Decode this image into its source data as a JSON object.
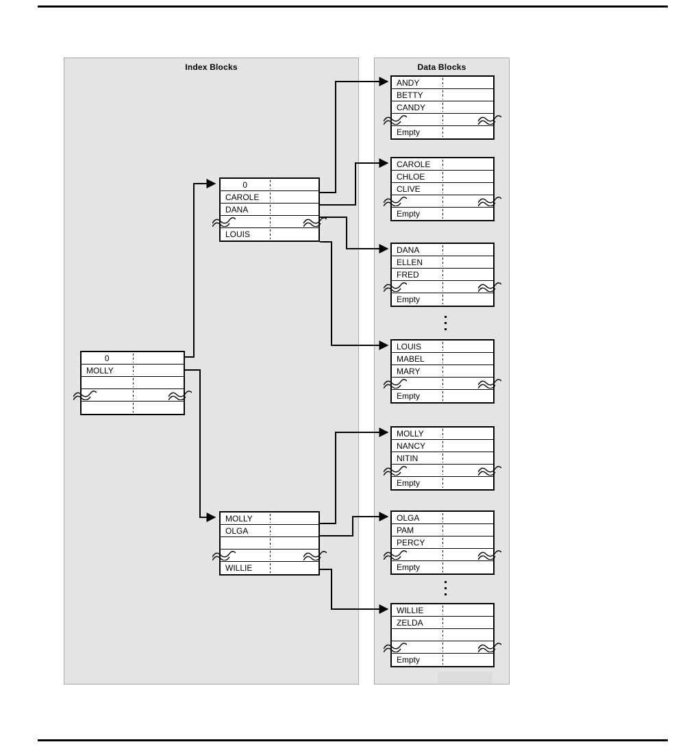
{
  "document": {
    "title": "Index Blocks and Data Blocks diagram",
    "background_color": "#ffffff",
    "panel_color": "#e4e4e4",
    "line_color": "#000000"
  },
  "panels": {
    "index": {
      "title": "Index Blocks"
    },
    "data": {
      "title": "Data Blocks"
    }
  },
  "index_blocks": [
    {
      "id": "root",
      "rows": [
        {
          "label": "0",
          "align": "center",
          "type": "entry"
        },
        {
          "label": "MOLLY",
          "align": "left",
          "type": "entry"
        },
        {
          "label": "",
          "align": "left",
          "type": "entry"
        },
        {
          "label": "",
          "align": "left",
          "type": "tear"
        },
        {
          "label": "",
          "align": "left",
          "type": "entry"
        }
      ]
    },
    {
      "id": "branch-upper",
      "rows": [
        {
          "label": "0",
          "align": "center",
          "type": "entry"
        },
        {
          "label": "CAROLE",
          "align": "left",
          "type": "entry"
        },
        {
          "label": "DANA",
          "align": "left",
          "type": "entry"
        },
        {
          "label": "",
          "align": "left",
          "type": "tear"
        },
        {
          "label": "LOUIS",
          "align": "left",
          "type": "entry"
        }
      ]
    },
    {
      "id": "branch-lower",
      "rows": [
        {
          "label": "MOLLY",
          "align": "left",
          "type": "entry"
        },
        {
          "label": "OLGA",
          "align": "left",
          "type": "entry"
        },
        {
          "label": "",
          "align": "left",
          "type": "entry"
        },
        {
          "label": "",
          "align": "left",
          "type": "tear"
        },
        {
          "label": "WILLIE",
          "align": "left",
          "type": "entry"
        }
      ]
    }
  ],
  "data_blocks": [
    {
      "id": "block-andy",
      "rows": [
        {
          "label": "ANDY",
          "type": "entry"
        },
        {
          "label": "BETTY",
          "type": "entry"
        },
        {
          "label": "CANDY",
          "type": "entry"
        },
        {
          "label": "",
          "type": "tear"
        },
        {
          "label": "Empty",
          "type": "entry"
        }
      ]
    },
    {
      "id": "block-carole",
      "rows": [
        {
          "label": "CAROLE",
          "type": "entry"
        },
        {
          "label": "CHLOE",
          "type": "entry"
        },
        {
          "label": "CLIVE",
          "type": "entry"
        },
        {
          "label": "",
          "type": "tear"
        },
        {
          "label": "Empty",
          "type": "entry"
        }
      ]
    },
    {
      "id": "block-dana",
      "rows": [
        {
          "label": "DANA",
          "type": "entry"
        },
        {
          "label": "ELLEN",
          "type": "entry"
        },
        {
          "label": "FRED",
          "type": "entry"
        },
        {
          "label": "",
          "type": "tear"
        },
        {
          "label": "Empty",
          "type": "entry"
        }
      ]
    },
    {
      "id": "block-louis",
      "rows": [
        {
          "label": "LOUIS",
          "type": "entry"
        },
        {
          "label": "MABEL",
          "type": "entry"
        },
        {
          "label": "MARY",
          "type": "entry"
        },
        {
          "label": "",
          "type": "tear"
        },
        {
          "label": "Empty",
          "type": "entry"
        }
      ]
    },
    {
      "id": "block-molly",
      "rows": [
        {
          "label": "MOLLY",
          "type": "entry"
        },
        {
          "label": "NANCY",
          "type": "entry"
        },
        {
          "label": "NITIN",
          "type": "entry"
        },
        {
          "label": "",
          "type": "tear"
        },
        {
          "label": "Empty",
          "type": "entry"
        }
      ]
    },
    {
      "id": "block-olga",
      "rows": [
        {
          "label": "OLGA",
          "type": "entry"
        },
        {
          "label": "PAM",
          "type": "entry"
        },
        {
          "label": "PERCY",
          "type": "entry"
        },
        {
          "label": "",
          "type": "tear"
        },
        {
          "label": "Empty",
          "type": "entry"
        }
      ]
    },
    {
      "id": "block-willie",
      "rows": [
        {
          "label": "WILLIE",
          "type": "entry"
        },
        {
          "label": "ZELDA",
          "type": "entry"
        },
        {
          "label": "",
          "type": "entry"
        },
        {
          "label": "",
          "type": "tear"
        },
        {
          "label": "Empty",
          "type": "entry"
        }
      ]
    }
  ],
  "ellipses": [
    {
      "id": "ellipsis-upper",
      "dots": 3
    },
    {
      "id": "ellipsis-lower",
      "dots": 3
    }
  ]
}
